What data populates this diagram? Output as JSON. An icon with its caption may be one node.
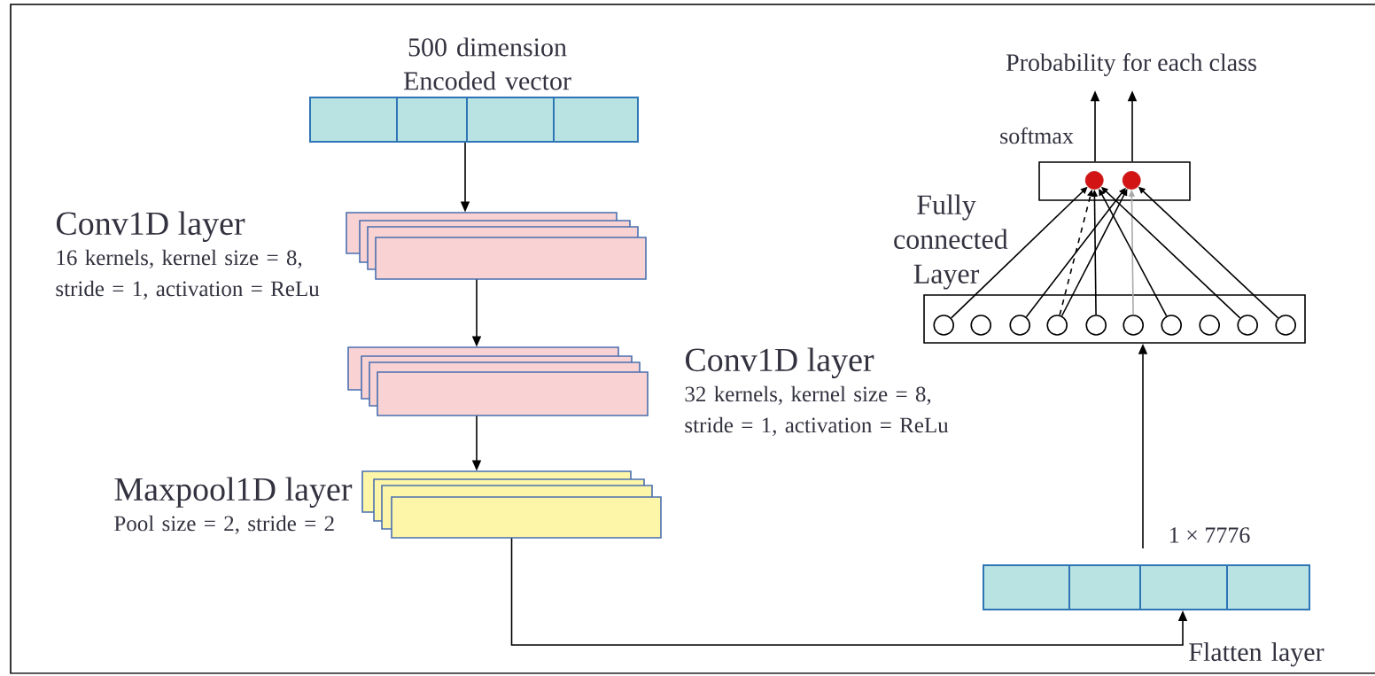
{
  "diagram": {
    "nodes": [
      {
        "text": [
          "500 dimension Encoded vector"
        ]
      },
      {
        "text": [
          "Conv1D layer",
          "16 kernels, kernel size = 8, stride = 1, activation = ReLu"
        ]
      },
      {
        "text": [
          "Conv1D layer",
          "32 kernels, kernel size = 8, stride = 1, activation = ReLu"
        ]
      },
      {
        "text": [
          "Maxpool1D layer",
          "Pool size = 2, stride = 2"
        ]
      },
      {
        "text": [
          "Probability for each class"
        ]
      },
      {
        "text": [],
        "shape": "box"
      },
      {
        "text": [
          "Fully connected Layer"
        ]
      },
      {
        "text": [
          "Flatten layer"
        ]
      },
      {
        "text": [],
        "shape": "circle",
        "in": 6
      },
      {
        "text": [],
        "shape": "circle",
        "in": 6
      },
      {
        "text": [],
        "shape": "circle",
        "in": 6
      },
      {
        "text": [],
        "shape": "circle",
        "in": 6
      },
      {
        "text": [],
        "shape": "circle",
        "in": 6
      },
      {
        "text": [],
        "shape": "circle",
        "in": 6
      },
      {
        "text": [],
        "shape": "circle",
        "in": 6
      },
      {
        "text": [],
        "shape": "circle",
        "in": 6
      },
      {
        "text": [],
        "shape": "circle",
        "in": 6
      },
      {
        "text": [],
        "shape": "circle",
        "in": 6
      },
      {
        "text": [],
        "shape": "circle",
        "in": 5
      },
      {
        "text": [],
        "shape": "circle",
        "in": 5
      }
    ],
    "edges": [
      {
        "from": 0,
        "to": 1,
        "arrow": "to"
      },
      {
        "from": 1,
        "to": 2,
        "arrow": "to"
      },
      {
        "from": 2,
        "to": 3,
        "arrow": "to"
      },
      {
        "from": 3,
        "to": 7,
        "arrow": "to"
      },
      {
        "from": 7,
        "to": 6,
        "arrow": "to",
        "label": "1 × 7776"
      },
      {
        "from": 5,
        "to": 4,
        "arrow": "to",
        "label": "softmax"
      },
      {
        "from": 5,
        "to": 4,
        "arrow": "to"
      },
      {
        "from": 8,
        "to": 18,
        "arrow": "to"
      },
      {
        "from": 10,
        "to": 19,
        "arrow": "to"
      },
      {
        "from": 11,
        "to": 18,
        "arrow": "to",
        "style": "dashed"
      },
      {
        "from": 11,
        "to": 19,
        "arrow": "to"
      },
      {
        "from": 12,
        "to": 18,
        "arrow": "to"
      },
      {
        "from": 13,
        "to": 19,
        "arrow": "to",
        "color": "#aaaaaa"
      },
      {
        "from": 14,
        "to": 18,
        "arrow": "to"
      },
      {
        "from": 16,
        "to": 18,
        "arrow": "to"
      },
      {
        "from": 17,
        "to": 19,
        "arrow": "to"
      }
    ]
  }
}
